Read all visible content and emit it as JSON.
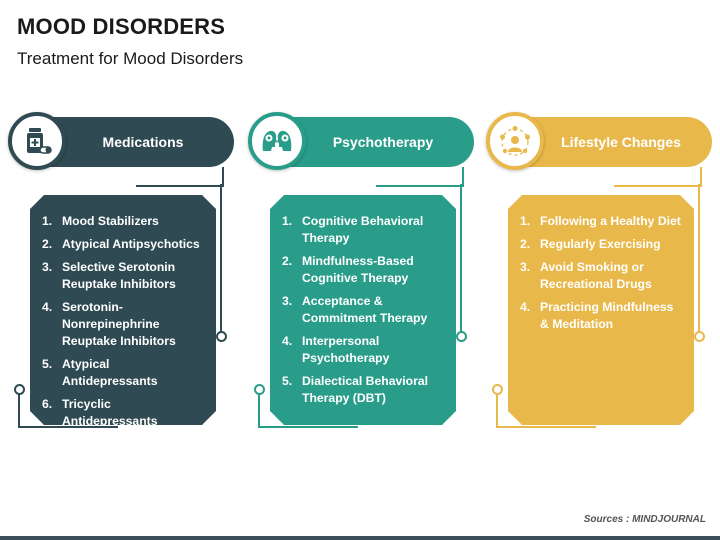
{
  "title": "MOOD DISORDERS",
  "subtitle": "Treatment for Mood Disorders",
  "columns": [
    {
      "heading": "Medications",
      "icon": "medication-bottle-icon",
      "color": "#2f4a52",
      "items": [
        {
          "num": "1.",
          "text": "Mood Stabilizers"
        },
        {
          "num": "2.",
          "text": "Atypical Antipsychotics"
        },
        {
          "num": "3.",
          "text": "Selective Serotonin Reuptake Inhibitors"
        },
        {
          "num": "4.",
          "text": "Serotonin-Nonrepinephrine Reuptake Inhibitors"
        },
        {
          "num": "5.",
          "text": "Atypical Antidepressants"
        },
        {
          "num": "6.",
          "text": "Tricyclic Antidepressants"
        }
      ]
    },
    {
      "heading": "Psychotherapy",
      "icon": "two-heads-brain-icon",
      "color": "#2a9d8a",
      "items": [
        {
          "num": "1.",
          "text": "Cognitive Behavioral Therapy"
        },
        {
          "num": "2.",
          "text": "Mindfulness-Based Cognitive Therapy"
        },
        {
          "num": "3.",
          "text": "Acceptance & Commitment Therapy"
        },
        {
          "num": "4.",
          "text": "Interpersonal Psychotherapy"
        },
        {
          "num": "5.",
          "text": "Dialectical Behavioral Therapy (DBT)"
        }
      ]
    },
    {
      "heading": "Lifestyle Changes",
      "icon": "healthy-person-icon",
      "color": "#e8b84a",
      "items": [
        {
          "num": "1.",
          "text": "Following a Healthy Diet"
        },
        {
          "num": "2.",
          "text": "Regularly Exercising"
        },
        {
          "num": "3.",
          "text": "Avoid Smoking or Recreational Drugs"
        },
        {
          "num": "4.",
          "text": "Practicing Mindfulness & Meditation"
        }
      ]
    }
  ],
  "source": "Sources : MINDJOURNAL"
}
